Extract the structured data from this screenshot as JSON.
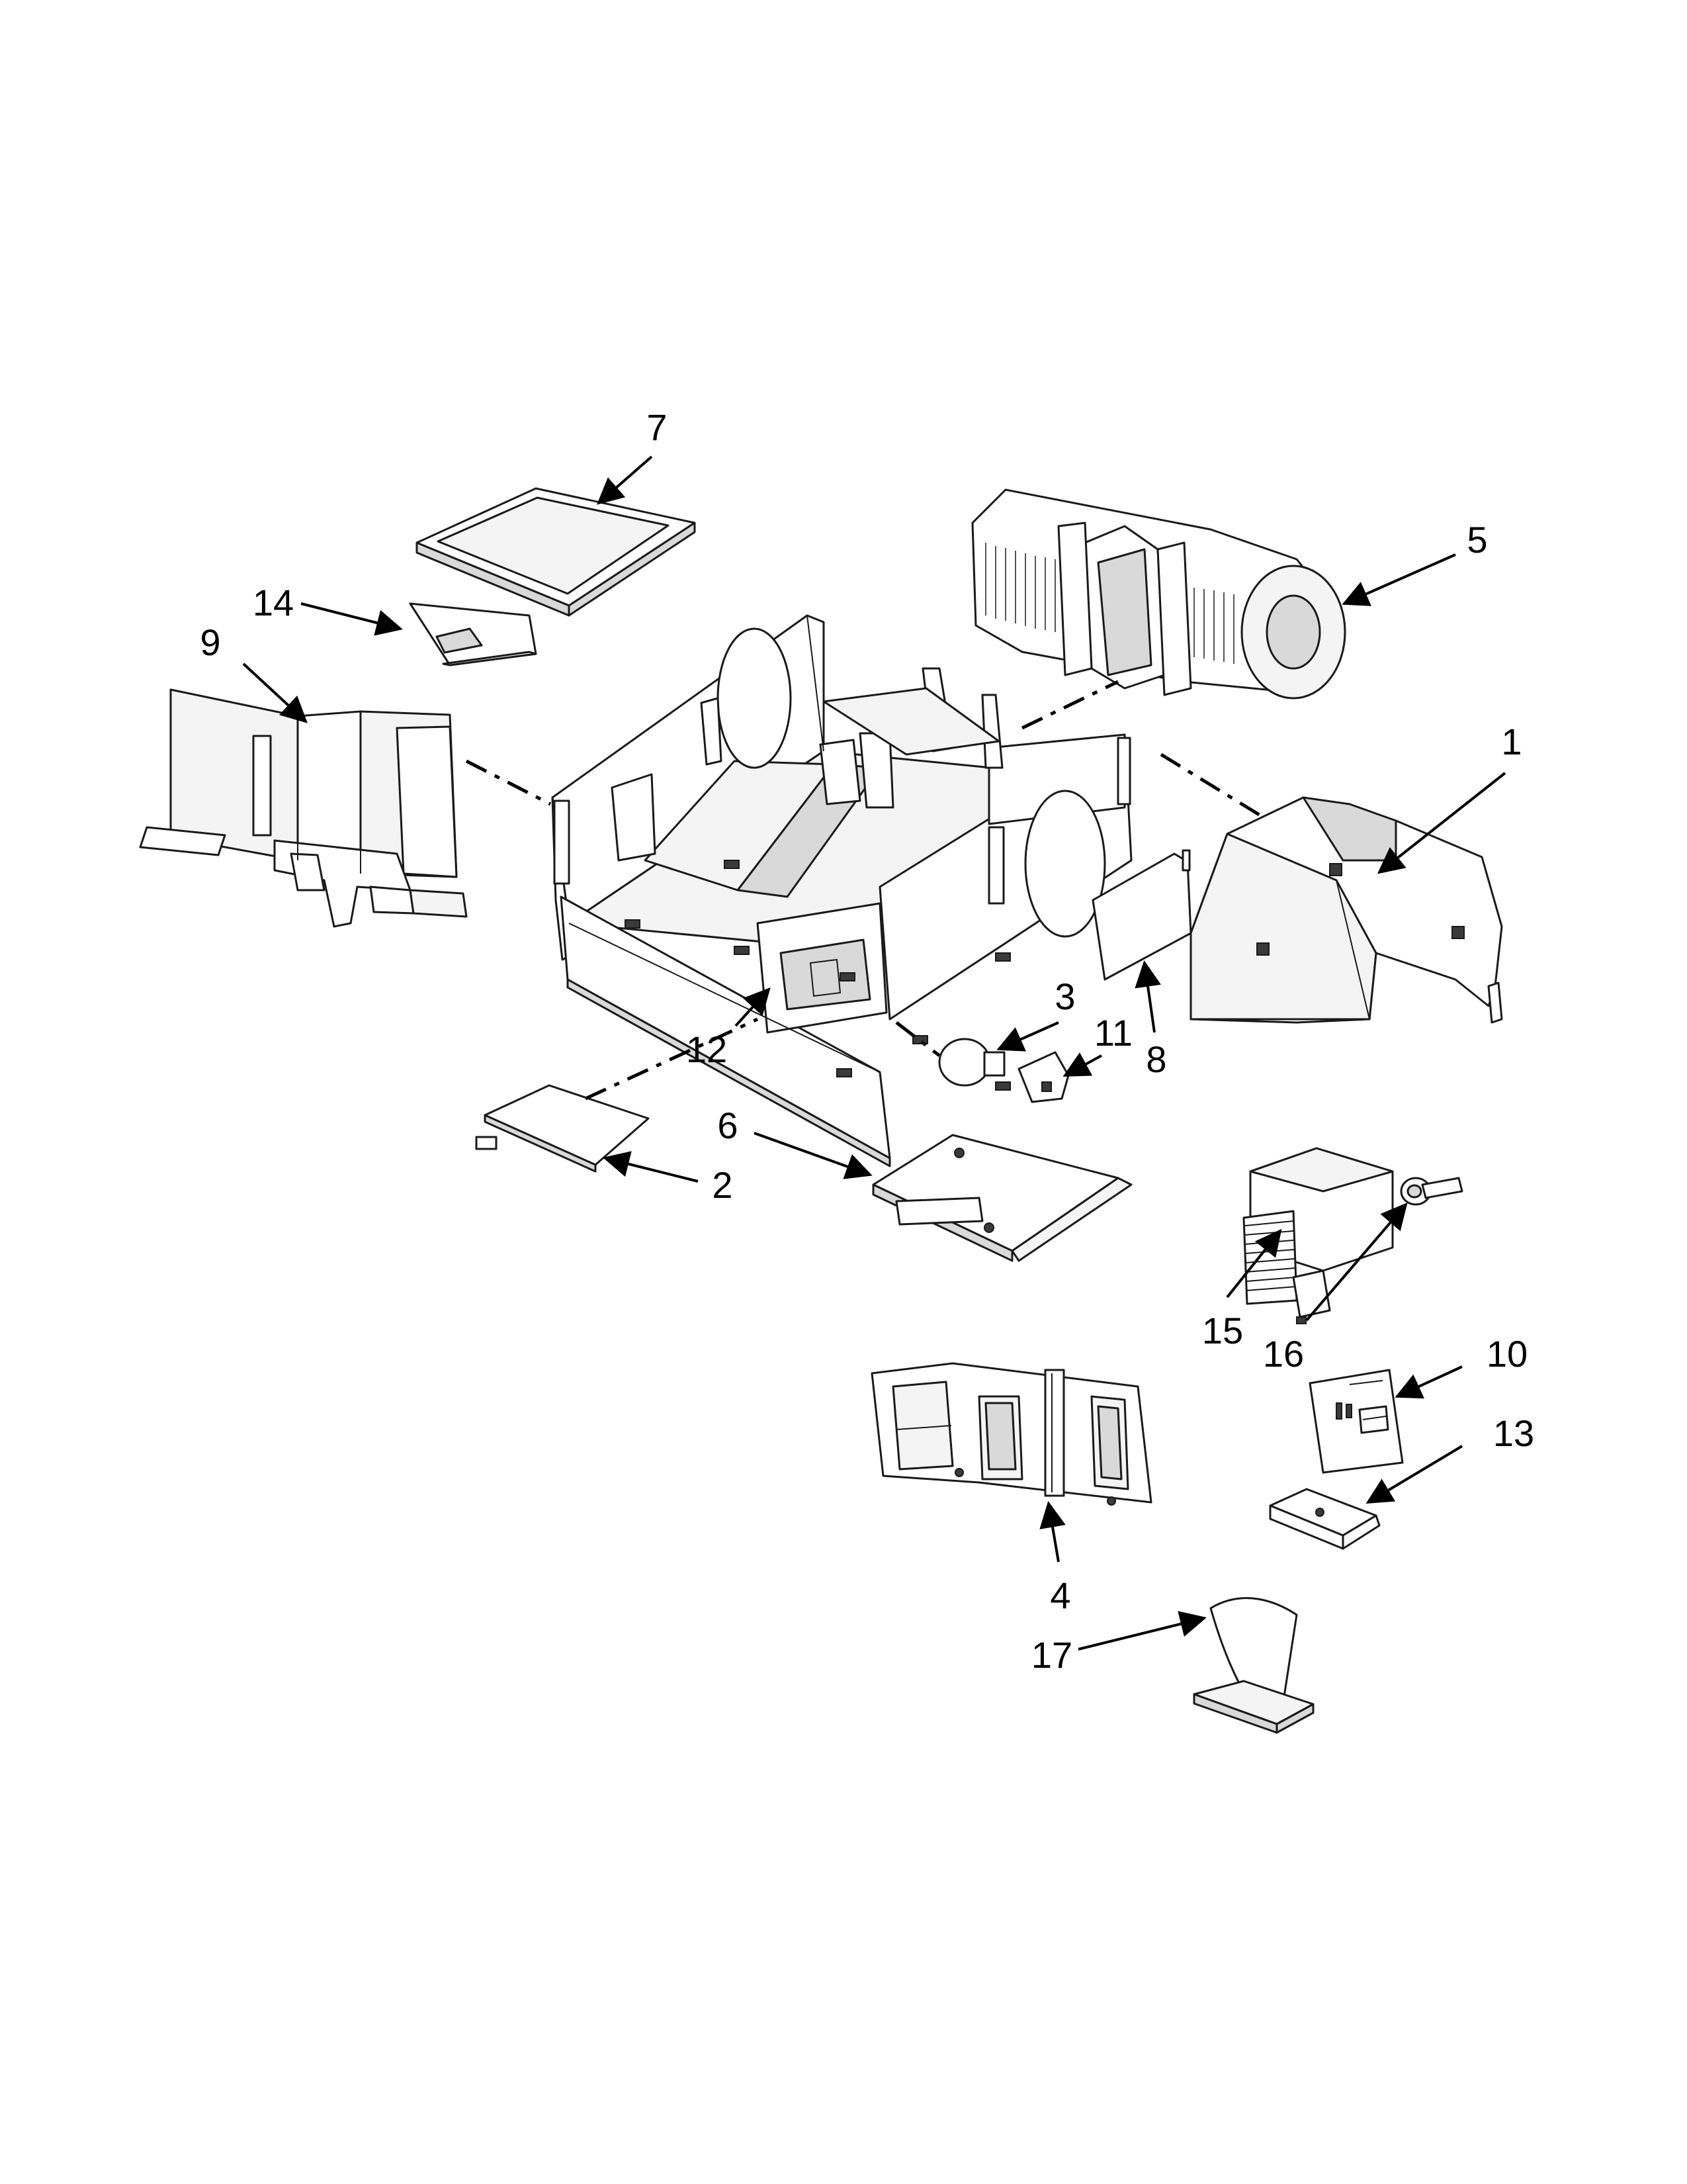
{
  "callouts": [
    {
      "id": "1",
      "label": "1"
    },
    {
      "id": "2",
      "label": "2"
    },
    {
      "id": "3",
      "label": "3"
    },
    {
      "id": "4",
      "label": "4"
    },
    {
      "id": "5",
      "label": "5"
    },
    {
      "id": "6",
      "label": "6"
    },
    {
      "id": "7",
      "label": "7"
    },
    {
      "id": "8",
      "label": "8"
    },
    {
      "id": "9",
      "label": "9"
    },
    {
      "id": "10",
      "label": "10"
    },
    {
      "id": "11",
      "label": "11"
    },
    {
      "id": "12",
      "label": "12"
    },
    {
      "id": "13",
      "label": "13"
    },
    {
      "id": "14",
      "label": "14"
    },
    {
      "id": "15",
      "label": "15"
    },
    {
      "id": "16",
      "label": "16"
    },
    {
      "id": "17",
      "label": "17"
    }
  ],
  "colors": {
    "ink": "#000000",
    "paper": "#ffffff",
    "shade": "#d9d9d9"
  }
}
